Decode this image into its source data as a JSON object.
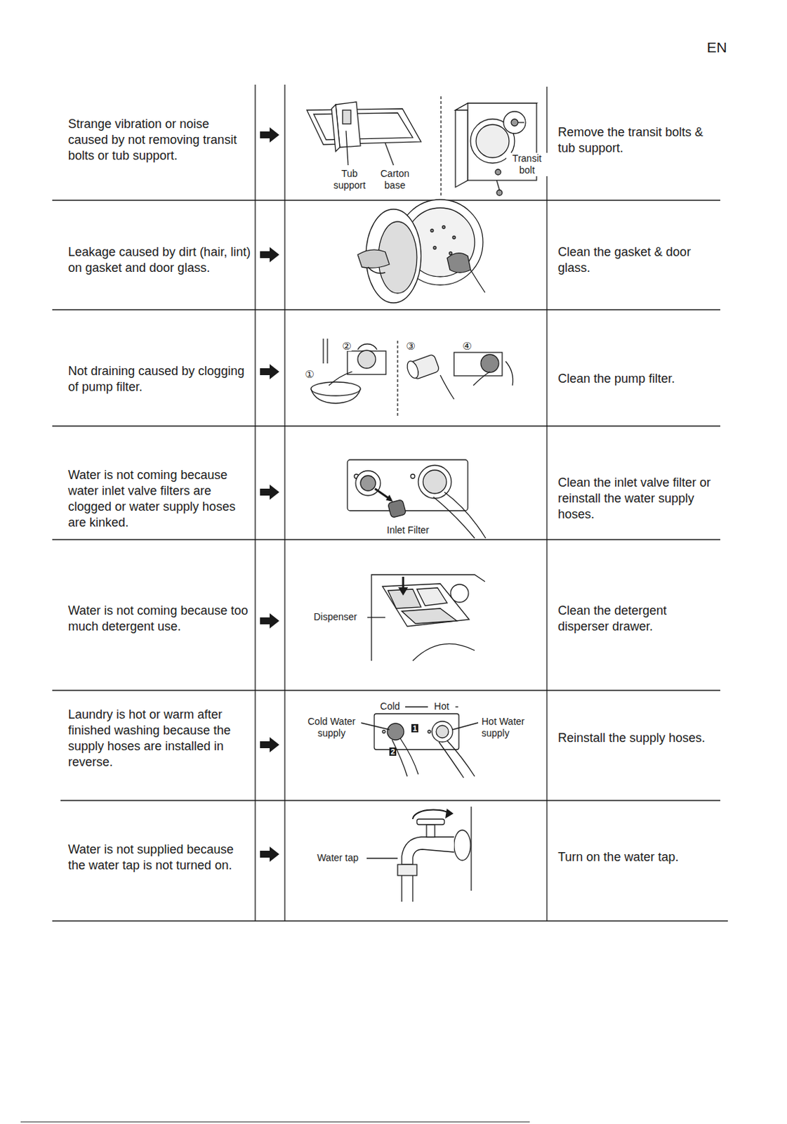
{
  "diagram": {
    "labels": [
      "EN",
      "Strange vibration or noise caused by not removing transit bolts or tub support.",
      "Tub support",
      "Carton base",
      "Transit bolt",
      "Remove the transit bolts & tub support.",
      "Leakage caused by dirt (hair, lint) on gasket and door glass.",
      "Clean the gasket & door glass.",
      "Not draining caused by clogging of pump filter.",
      "①",
      "②",
      "③",
      "④",
      "Clean the pump filter.",
      "Water is not coming because water inlet valve filters are clogged or water supply hoses are kinked.",
      "Inlet Filter",
      "Clean the inlet valve filter or reinstall the water supply hoses.",
      "Water is not coming because too much detergent use.",
      "Dispenser",
      "Clean the detergent disperser drawer.",
      "Laundry is hot or warm after finished washing because the supply hoses are installed in reverse.",
      "Cold",
      "Hot",
      "Cold Water supply",
      "Hot Water supply",
      "1",
      "2",
      "Reinstall the supply hoses.",
      "Water is not supplied because the water tap is not turned on.",
      "Water tap",
      "Turn on the water tap.",
      "",
      ""
    ]
  }
}
